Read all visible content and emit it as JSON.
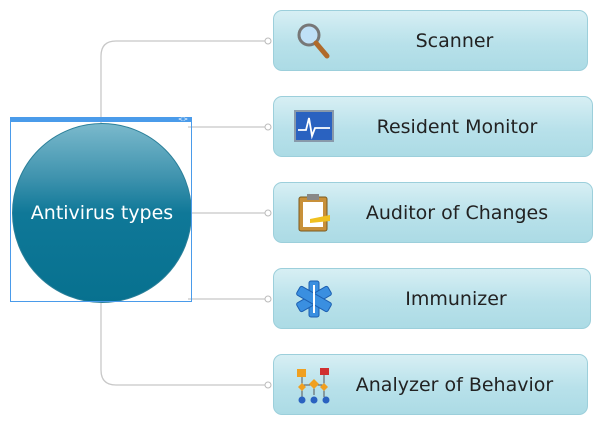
{
  "central_topic": {
    "label": "Antivirus types"
  },
  "topics": [
    {
      "label": "Scanner",
      "icon": "magnifier-icon"
    },
    {
      "label": "Resident Monitor",
      "icon": "monitor-icon"
    },
    {
      "label": "Auditor of Changes",
      "icon": "clipboard-icon"
    },
    {
      "label": "Immunizer",
      "icon": "medical-star-icon"
    },
    {
      "label": "Analyzer of Behavior",
      "icon": "flowchart-icon"
    }
  ],
  "colors": {
    "central": "#0f7898",
    "topic": "#b8e1ea",
    "selection": "#4a9bea",
    "connector": "#c8c8c8"
  }
}
